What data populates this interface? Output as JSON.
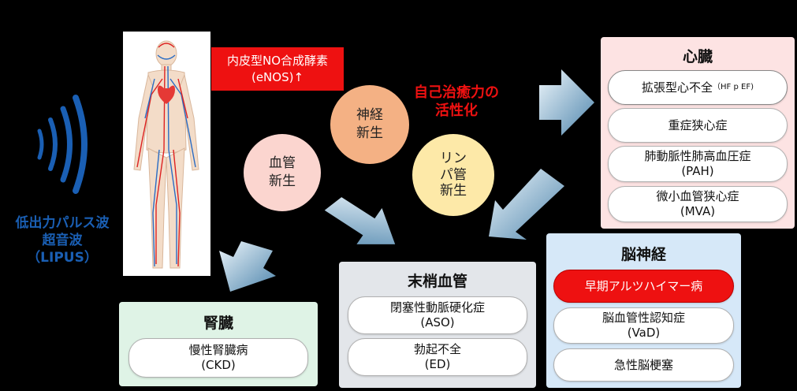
{
  "lipus": {
    "line1": "低出力パルス波",
    "line2": "超音波",
    "line3": "（LIPUS）"
  },
  "enos": {
    "line1": "内皮型NO合成酵素",
    "line2": "(eNOS)↑"
  },
  "self_healing": {
    "line1": "自己治癒力の",
    "line2": "活性化"
  },
  "circles": {
    "vascular": {
      "line1": "血管",
      "line2": "新生"
    },
    "nerve": {
      "line1": "神経",
      "line2": "新生"
    },
    "lymph": {
      "line1": "リン",
      "line2": "パ管",
      "line3": "新生"
    }
  },
  "heart": {
    "title": "心臓",
    "items": [
      {
        "main": "拡張型心不全",
        "small": "（HF p EF)"
      },
      {
        "main": "重症狭心症"
      },
      {
        "main": "肺動脈性肺高血圧症",
        "sub": "(PAH)"
      },
      {
        "main": "微小血管狭心症",
        "sub": "(MVA)"
      }
    ]
  },
  "brain": {
    "title": "脳神経",
    "items": [
      {
        "main": "早期アルツハイマー病"
      },
      {
        "main": "脳血管性認知症",
        "sub": "(VaD)"
      },
      {
        "main": "急性脳梗塞"
      }
    ]
  },
  "peripheral": {
    "title": "末梢血管",
    "items": [
      {
        "main": "閉塞性動脈硬化症",
        "sub": "(ASO)"
      },
      {
        "main": "勃起不全",
        "sub": "(ED)"
      }
    ]
  },
  "kidney": {
    "title": "腎臓",
    "items": [
      {
        "main": "慢性腎臓病",
        "sub": "(CKD)"
      }
    ]
  },
  "colors": {
    "heart_bg": "#fde3e3",
    "brain_bg": "#d6e8f8",
    "peripheral_bg": "#e3e6ea",
    "kidney_bg": "#dff3e6",
    "highlight_red": "#ee1111",
    "wave_blue": "#1a5fb4",
    "circle_pink": "#fbd5cf",
    "circle_orange": "#f4b184",
    "circle_yellow": "#fde9a8"
  }
}
